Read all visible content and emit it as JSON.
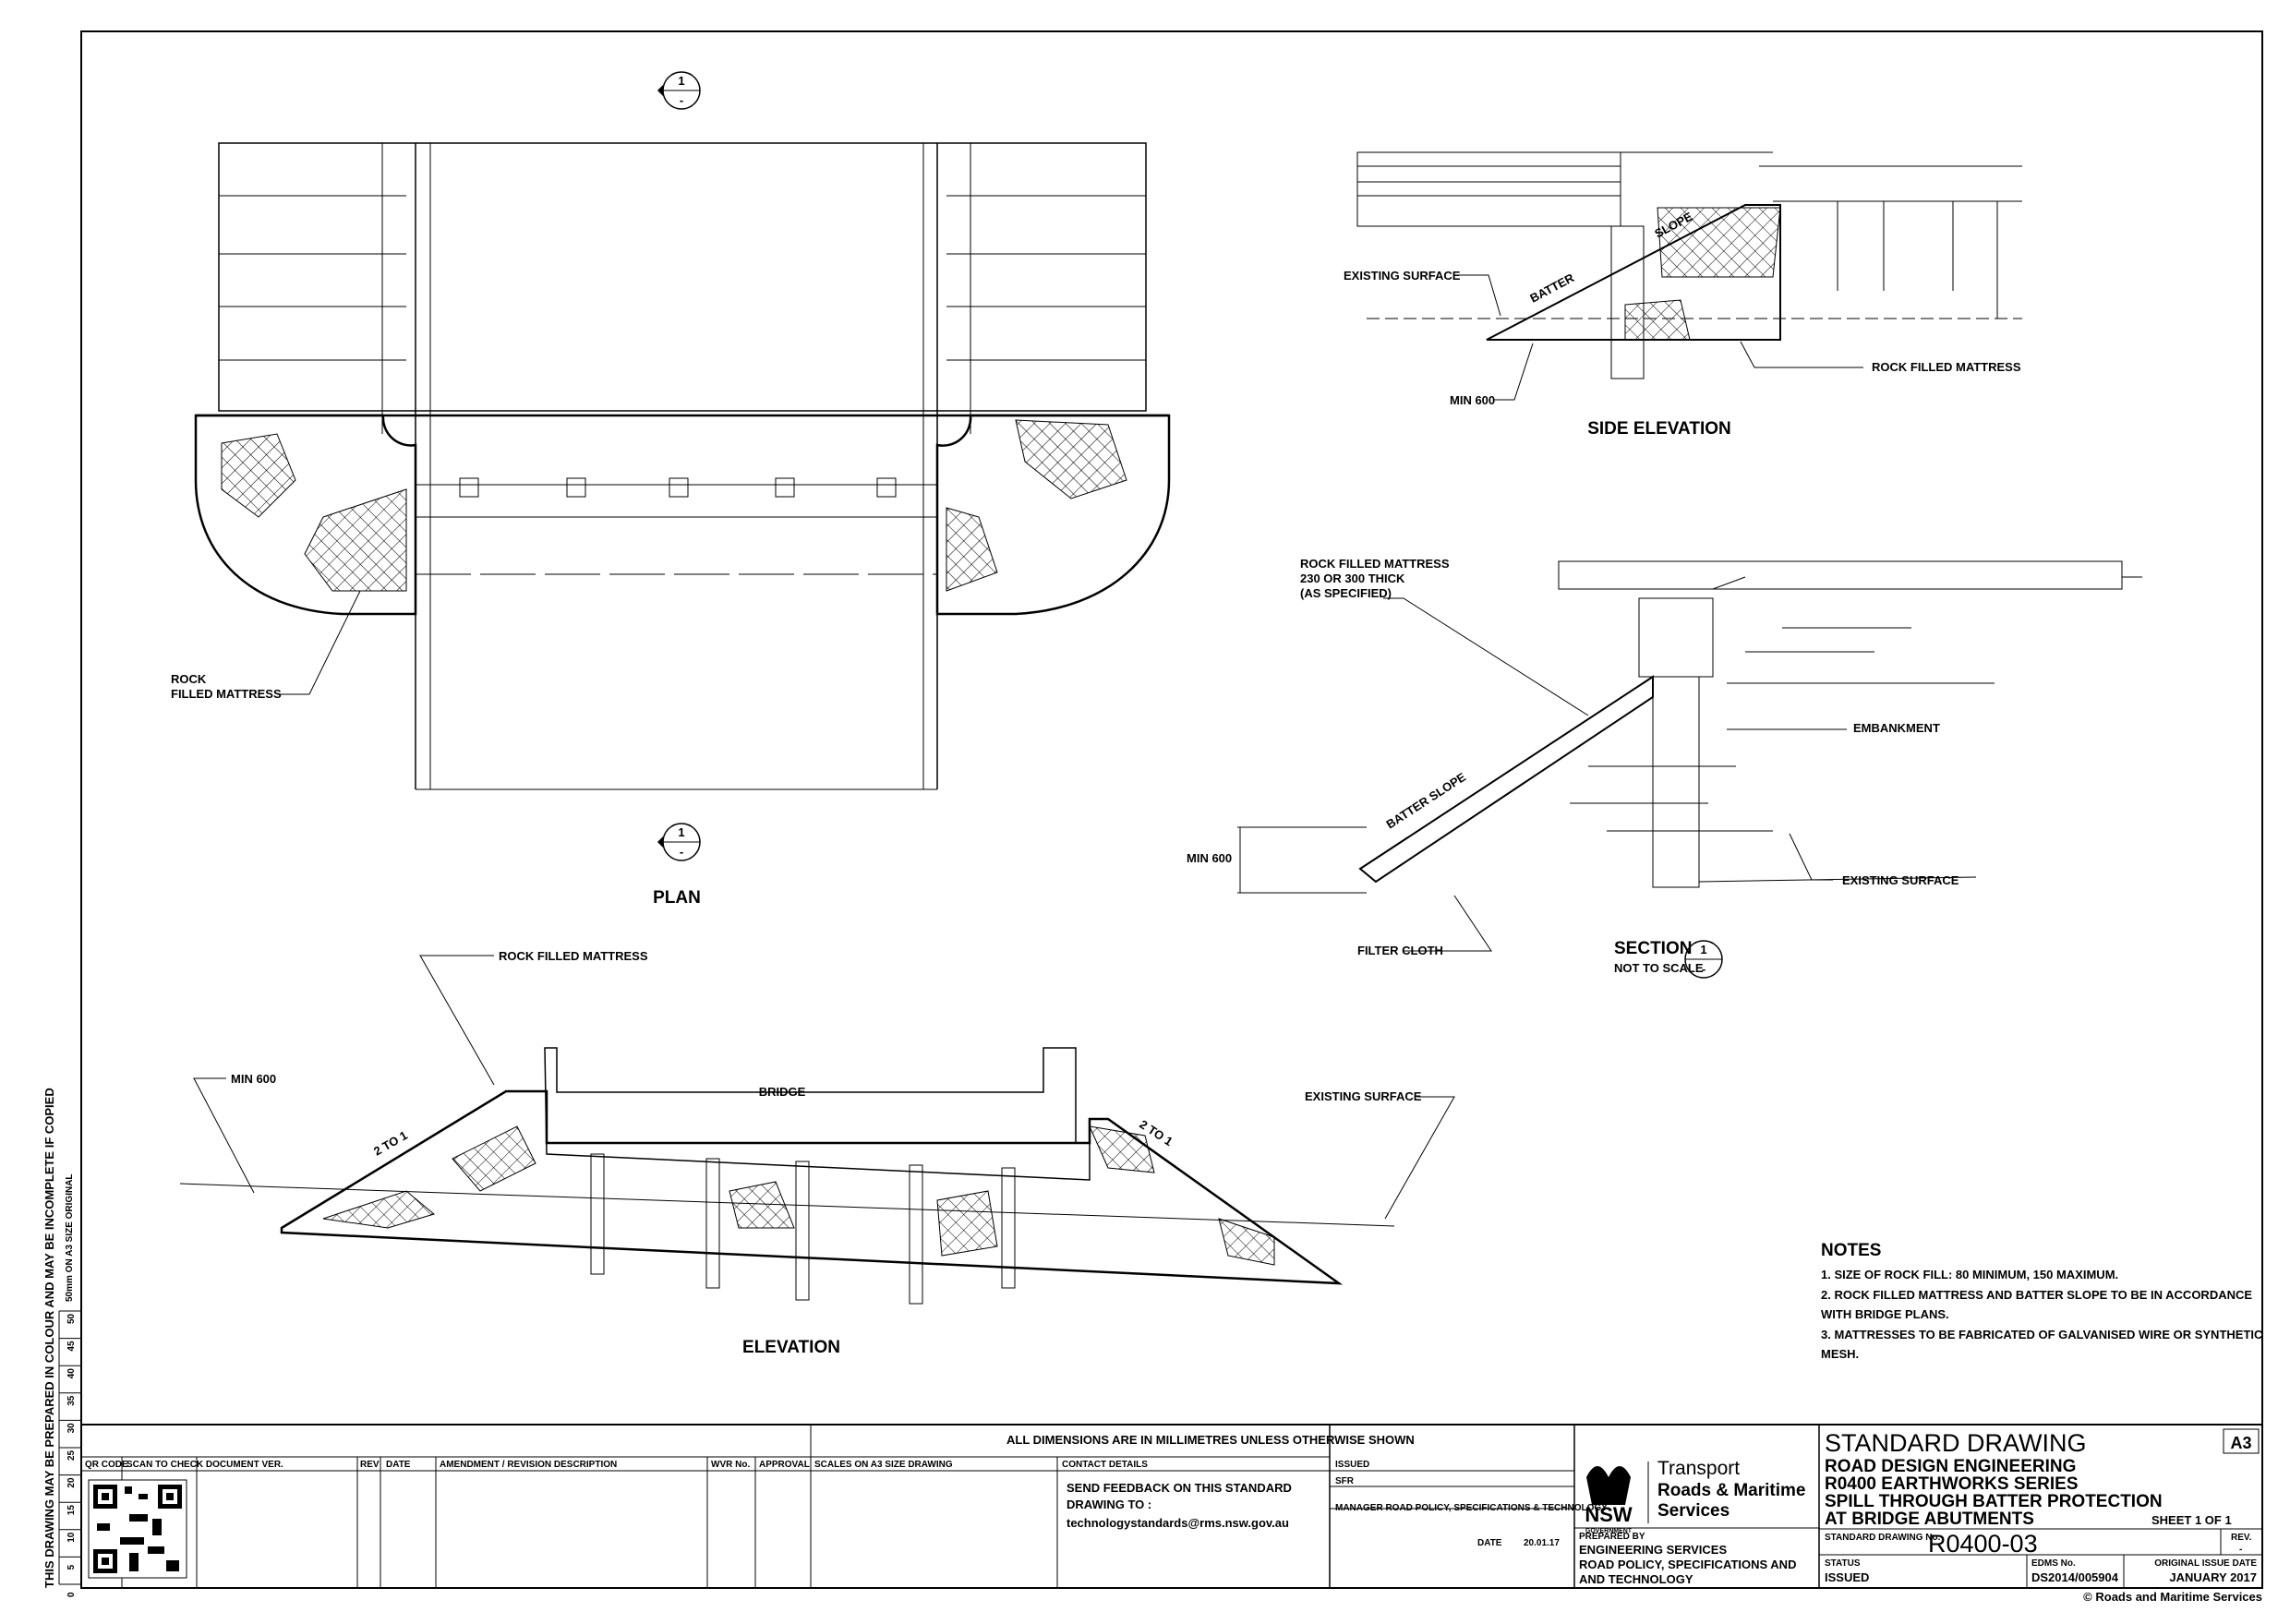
{
  "drawing": {
    "side_note": "THIS DRAWING MAY BE PREPARED IN COLOUR AND MAY BE INCOMPLETE IF COPIED",
    "scale_note": "50mm ON A3 SIZE ORIGINAL",
    "ruler_numbers": [
      "50",
      "45",
      "40",
      "35",
      "30",
      "25",
      "20",
      "15",
      "10",
      "5",
      "0"
    ]
  },
  "plan": {
    "title": "PLAN",
    "rock_label": "ROCK\nFILLED MATTRESS",
    "section_marker": {
      "number": "1",
      "ref": "-"
    }
  },
  "side_elevation": {
    "title": "SIDE ELEVATION",
    "existing_surface": "EXISTING SURFACE",
    "batter": "BATTER",
    "slope": "SLOPE",
    "min": "MIN 600",
    "rock": "ROCK FILLED MATTRESS"
  },
  "section": {
    "title": "SECTION",
    "subtitle": "NOT TO SCALE",
    "marker_number": "1",
    "marker_ref": "-",
    "rock_label": "ROCK FILLED MATTRESS\n230 OR 300 THICK\n(AS SPECIFIED)",
    "embankment": "EMBANKMENT",
    "batter_slope": "BATTER  SLOPE",
    "min": "MIN 600",
    "existing_surface": "EXISTING SURFACE",
    "filter_cloth": "FILTER CLOTH"
  },
  "elevation": {
    "title": "ELEVATION",
    "rock": "ROCK FILLED MATTRESS",
    "min": "MIN 600",
    "bridge": "BRIDGE",
    "existing_surface": "EXISTING SURFACE",
    "ratio_left": "2 TO 1",
    "ratio_right": "2 TO 1"
  },
  "notes": {
    "heading": "NOTES",
    "items": [
      "1.  SIZE OF ROCK FILL: 80 MINIMUM, 150 MAXIMUM.",
      "2.  ROCK FILLED MATTRESS AND BATTER SLOPE TO BE IN ACCORDANCE",
      "     WITH BRIDGE PLANS.",
      "3.  MATTRESSES TO BE FABRICATED OF GALVANISED WIRE OR SYNTHETIC",
      "     MESH."
    ]
  },
  "title_block": {
    "dimensions_note": "ALL DIMENSIONS ARE IN MILLIMETRES UNLESS OTHERWISE SHOWN",
    "qr_code": "QR CODE",
    "scan_note": "SCAN TO CHECK DOCUMENT VER.",
    "rev": "REV",
    "date": "DATE",
    "amendment": "AMENDMENT / REVISION DESCRIPTION",
    "wvr": "WVR No.",
    "approval": "APPROVAL",
    "scales": "SCALES ON A3 SIZE DRAWING",
    "contact": "CONTACT DETAILS",
    "feedback": "SEND FEEDBACK ON THIS STANDARD\nDRAWING TO :",
    "email": "technologystandards@rms.nsw.gov.au",
    "issued": "ISSUED",
    "sfr": "SFR",
    "manager": "MANAGER ROAD POLICY, SPECIFICATIONS & TECHNOLOGY",
    "date_label": "DATE",
    "date_value": "20.01.17",
    "logo_line1": "Transport",
    "logo_line2": "Roads & Maritime",
    "logo_line3": "Services",
    "nsw": "NSW",
    "government": "GOVERNMENT",
    "prepared_by": "PREPARED BY",
    "prepared": "ENGINEERING SERVICES\nROAD POLICY, SPECIFICATIONS AND\nAND TECHNOLOGY",
    "standard_drawing": "STANDARD DRAWING",
    "line1": "ROAD DESIGN ENGINEERING",
    "line2": "R0400 EARTHWORKS SERIES",
    "line3": "SPILL THROUGH BATTER PROTECTION",
    "line4": "AT BRIDGE ABUTMENTS",
    "sheet": "SHEET 1   OF 1",
    "size": "A3",
    "std_no_label": "STANDARD DRAWING No.",
    "std_no": "R0400-03",
    "rev_label": "REV.",
    "rev_value": "-",
    "status_label": "STATUS",
    "status": "ISSUED",
    "edms_label": "EDMS No.",
    "edms": "DS2014/005904",
    "issue_date_label": "ORIGINAL ISSUE DATE",
    "issue_date": "JANUARY 2017",
    "copyright": "© Roads and Maritime Services"
  }
}
